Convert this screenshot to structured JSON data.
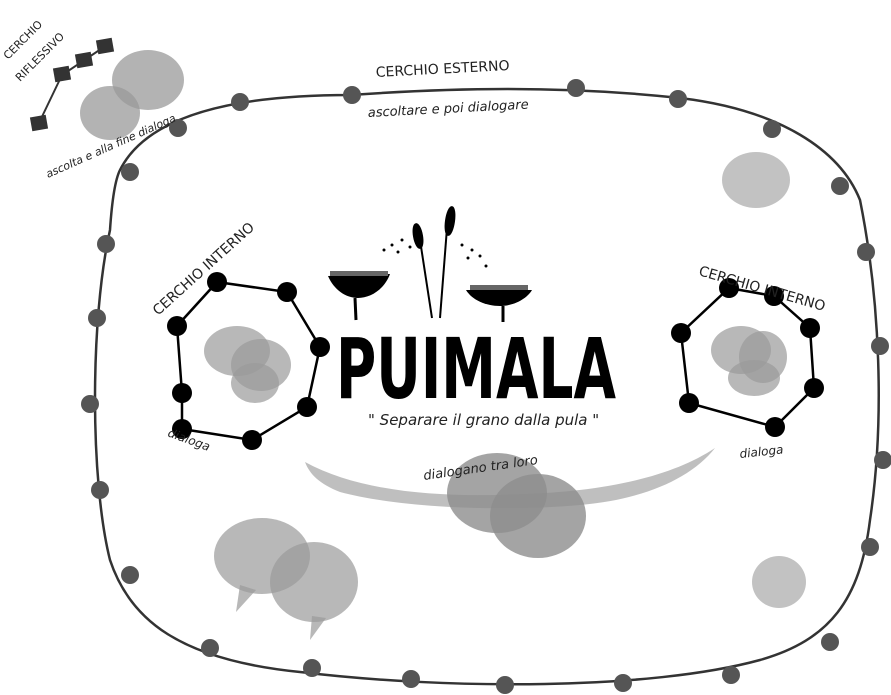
{
  "outer_circle": {
    "label": "CERCHIO ESTERNO",
    "caption": "ascoltare e poi dialogare"
  },
  "reflective_circle": {
    "label_line1": "CERCHIO",
    "label_line2": "RIFLESSIVO",
    "caption": "ascolta e alla fine dialoga"
  },
  "inner_circle_left": {
    "label": "CERCHIO INTERNO",
    "caption": "dialoga"
  },
  "inner_circle_right": {
    "label": "CERCHIO INTERNO",
    "caption": "dialoga"
  },
  "center": {
    "title": "PUIMALA",
    "subtitle": "\" Separare il grano dalla pula \"",
    "between_caption": "dialogano tra loro"
  },
  "colors": {
    "outer_dot": "#555555",
    "inner_dot": "#000000",
    "bubble": "#9a9a9a",
    "reflective_square": "#333333"
  },
  "icons": [
    "sieve-icon",
    "wheat-icon",
    "speech-bubble-icon",
    "square-marker-icon"
  ]
}
